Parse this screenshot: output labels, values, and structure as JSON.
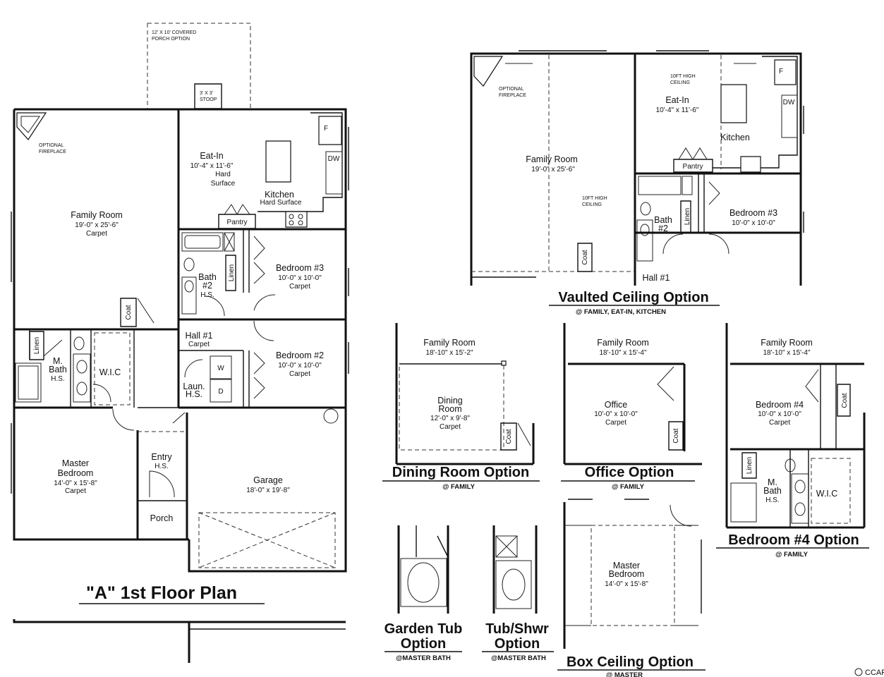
{
  "main_plan": {
    "title": "\"A\" 1st Floor Plan",
    "covered_porch": [
      "12' X 10' COVERED",
      "PORCH OPTION"
    ],
    "stoop": [
      "3' X 3'",
      "STOOP"
    ],
    "fireplace": [
      "OPTIONAL",
      "FIREPLACE"
    ],
    "family_room": {
      "name": "Family Room",
      "size": "19'-0\" x 25'-6\"",
      "floor": "Carpet"
    },
    "eat_in": {
      "name": "Eat-In",
      "size": "10'-4\" x 11'-6\"",
      "floor1": "Hard",
      "floor2": "Surface"
    },
    "kitchen": {
      "name": "Kitchen",
      "floor": "Hard Surface"
    },
    "fridge": "F",
    "dishwasher": "DW",
    "pantry": "Pantry",
    "bath2": {
      "name1": "Bath",
      "name2": "#2",
      "floor": "H.S."
    },
    "linen": "Linen",
    "bedroom3": {
      "name": "Bedroom #3",
      "size": "10'-0\" x 10'-0\"",
      "floor": "Carpet"
    },
    "coat": "Coat",
    "hall": {
      "name": "Hall #1",
      "floor": "Carpet"
    },
    "bedroom2": {
      "name": "Bedroom #2",
      "size": "10'-0\" x 10'-0\"",
      "floor": "Carpet"
    },
    "laundry": {
      "name": "Laun.",
      "floor": "H.S.",
      "washer": "W",
      "dryer": "D"
    },
    "master_linen": "Linen",
    "master_bath": {
      "name1": "M.",
      "name2": "Bath",
      "floor": "H.S."
    },
    "wic": "W.I.C",
    "master_bedroom": {
      "name1": "Master",
      "name2": "Bedroom",
      "size": "14'-0\" x 15'-8\"",
      "floor": "Carpet"
    },
    "entry": {
      "name": "Entry",
      "floor": "H.S."
    },
    "porch": "Porch",
    "garage": {
      "name": "Garage",
      "size": "18'-0\" x 19'-8\""
    }
  },
  "vaulted": {
    "title": "Vaulted Ceiling Option",
    "subtitle": "@ FAMILY, EAT-IN, KITCHEN",
    "fireplace": [
      "OPTIONAL",
      "FIREPLACE"
    ],
    "ceiling_note1": [
      "10FT HIGH",
      "CEILING"
    ],
    "ceiling_note2": [
      "10FT HIGH",
      "CEILING"
    ],
    "eat_in": {
      "name": "Eat-In",
      "size": "10'-4\" x 11'-6\""
    },
    "kitchen": "Kitchen",
    "fridge": "F",
    "dishwasher": "DW",
    "pantry": "Pantry",
    "family_room": {
      "name": "Family Room",
      "size": "19'-0\" x 25'-6\""
    },
    "bath2": {
      "name1": "Bath",
      "name2": "#2"
    },
    "linen": "Linen",
    "bedroom3": {
      "name": "Bedroom #3",
      "size": "10'-0\" x 10'-0\""
    },
    "coat": "Coat",
    "hall": "Hall #1"
  },
  "dining_option": {
    "title": "Dining Room Option",
    "subtitle": "@ FAMILY",
    "family": {
      "name": "Family Room",
      "size": "18'-10\" x 15'-2\""
    },
    "room": {
      "name1": "Dining",
      "name2": "Room",
      "size": "12'-0\" x 9'-8\"",
      "floor": "Carpet"
    },
    "coat": "Coat"
  },
  "office_option": {
    "title": "Office Option",
    "subtitle": "@ FAMILY",
    "family": {
      "name": "Family Room",
      "size": "18'-10\" x 15'-4\""
    },
    "room": {
      "name": "Office",
      "size": "10'-0\" x 10'-0\"",
      "floor": "Carpet"
    },
    "coat": "Coat"
  },
  "bedroom4_option": {
    "title": "Bedroom #4 Option",
    "subtitle": "@ FAMILY",
    "family": {
      "name": "Family Room",
      "size": "18'-10\" x 15'-4\""
    },
    "room": {
      "name": "Bedroom #4",
      "size": "10'-0\" x 10'-0\"",
      "floor": "Carpet"
    },
    "coat": "Coat",
    "linen": "Linen",
    "bath": {
      "name1": "M.",
      "name2": "Bath",
      "floor": "H.S."
    },
    "wic": "W.I.C"
  },
  "garden_tub": {
    "title1": "Garden Tub",
    "title2": "Option",
    "subtitle": "@MASTER BATH"
  },
  "tub_shower": {
    "title1": "Tub/Shwr",
    "title2": "Option",
    "subtitle": "@MASTER BATH"
  },
  "box_ceiling": {
    "title": "Box Ceiling Option",
    "subtitle": "@ MASTER",
    "room": {
      "name1": "Master",
      "name2": "Bedroom",
      "size": "14'-0\" x 15'-8\""
    }
  },
  "watermark": "CCAR"
}
